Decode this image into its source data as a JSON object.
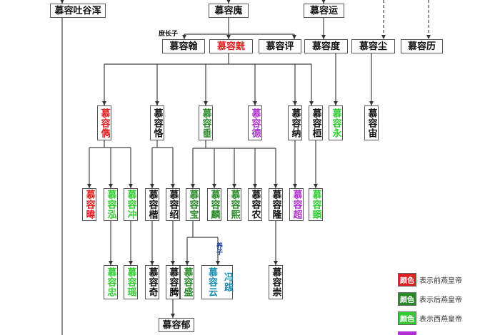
{
  "colors": {
    "qian": "#e02020",
    "hou": "#2a8a2a",
    "xi": "#33cc33",
    "nan": "#b030d0",
    "adopt": "#1a8fb0",
    "normal": "#111111"
  },
  "top": [
    "慕容吐谷浑",
    "慕容廆",
    "慕容运"
  ],
  "gen1": [
    "慕容翰",
    "慕容皝",
    "慕容评",
    "慕容度",
    "慕容尘",
    "慕容历"
  ],
  "gen2": [
    "慕容儁",
    "慕容恪",
    "慕容垂",
    "慕容德",
    "慕容纳",
    "慕容桓",
    "慕容永",
    "慕容宙"
  ],
  "gen3": [
    "慕容暐",
    "慕容泓",
    "慕容冲",
    "慕容楷",
    "慕容绍",
    "慕容宝",
    "慕容麟",
    "慕容熙",
    "慕容农",
    "慕容隆",
    "慕容超",
    "慕容顗"
  ],
  "gen4": [
    "慕容忠",
    "慕容瑶",
    "慕容奇",
    "慕容腾",
    "慕容盛",
    "慕容云",
    "冯跋",
    "慕容崇"
  ],
  "gen5": [
    "慕容郁"
  ],
  "labels": {
    "eldest": "庶长子",
    "adopted": "养子"
  },
  "legend": [
    {
      "swatch": "颜色",
      "text": "表示前燕皇帝",
      "color": "#e02020"
    },
    {
      "swatch": "颜色",
      "text": "表示后燕皇帝",
      "color": "#2a8a2a"
    },
    {
      "swatch": "颜色",
      "text": "表示西燕皇帝",
      "color": "#33cc33"
    }
  ]
}
